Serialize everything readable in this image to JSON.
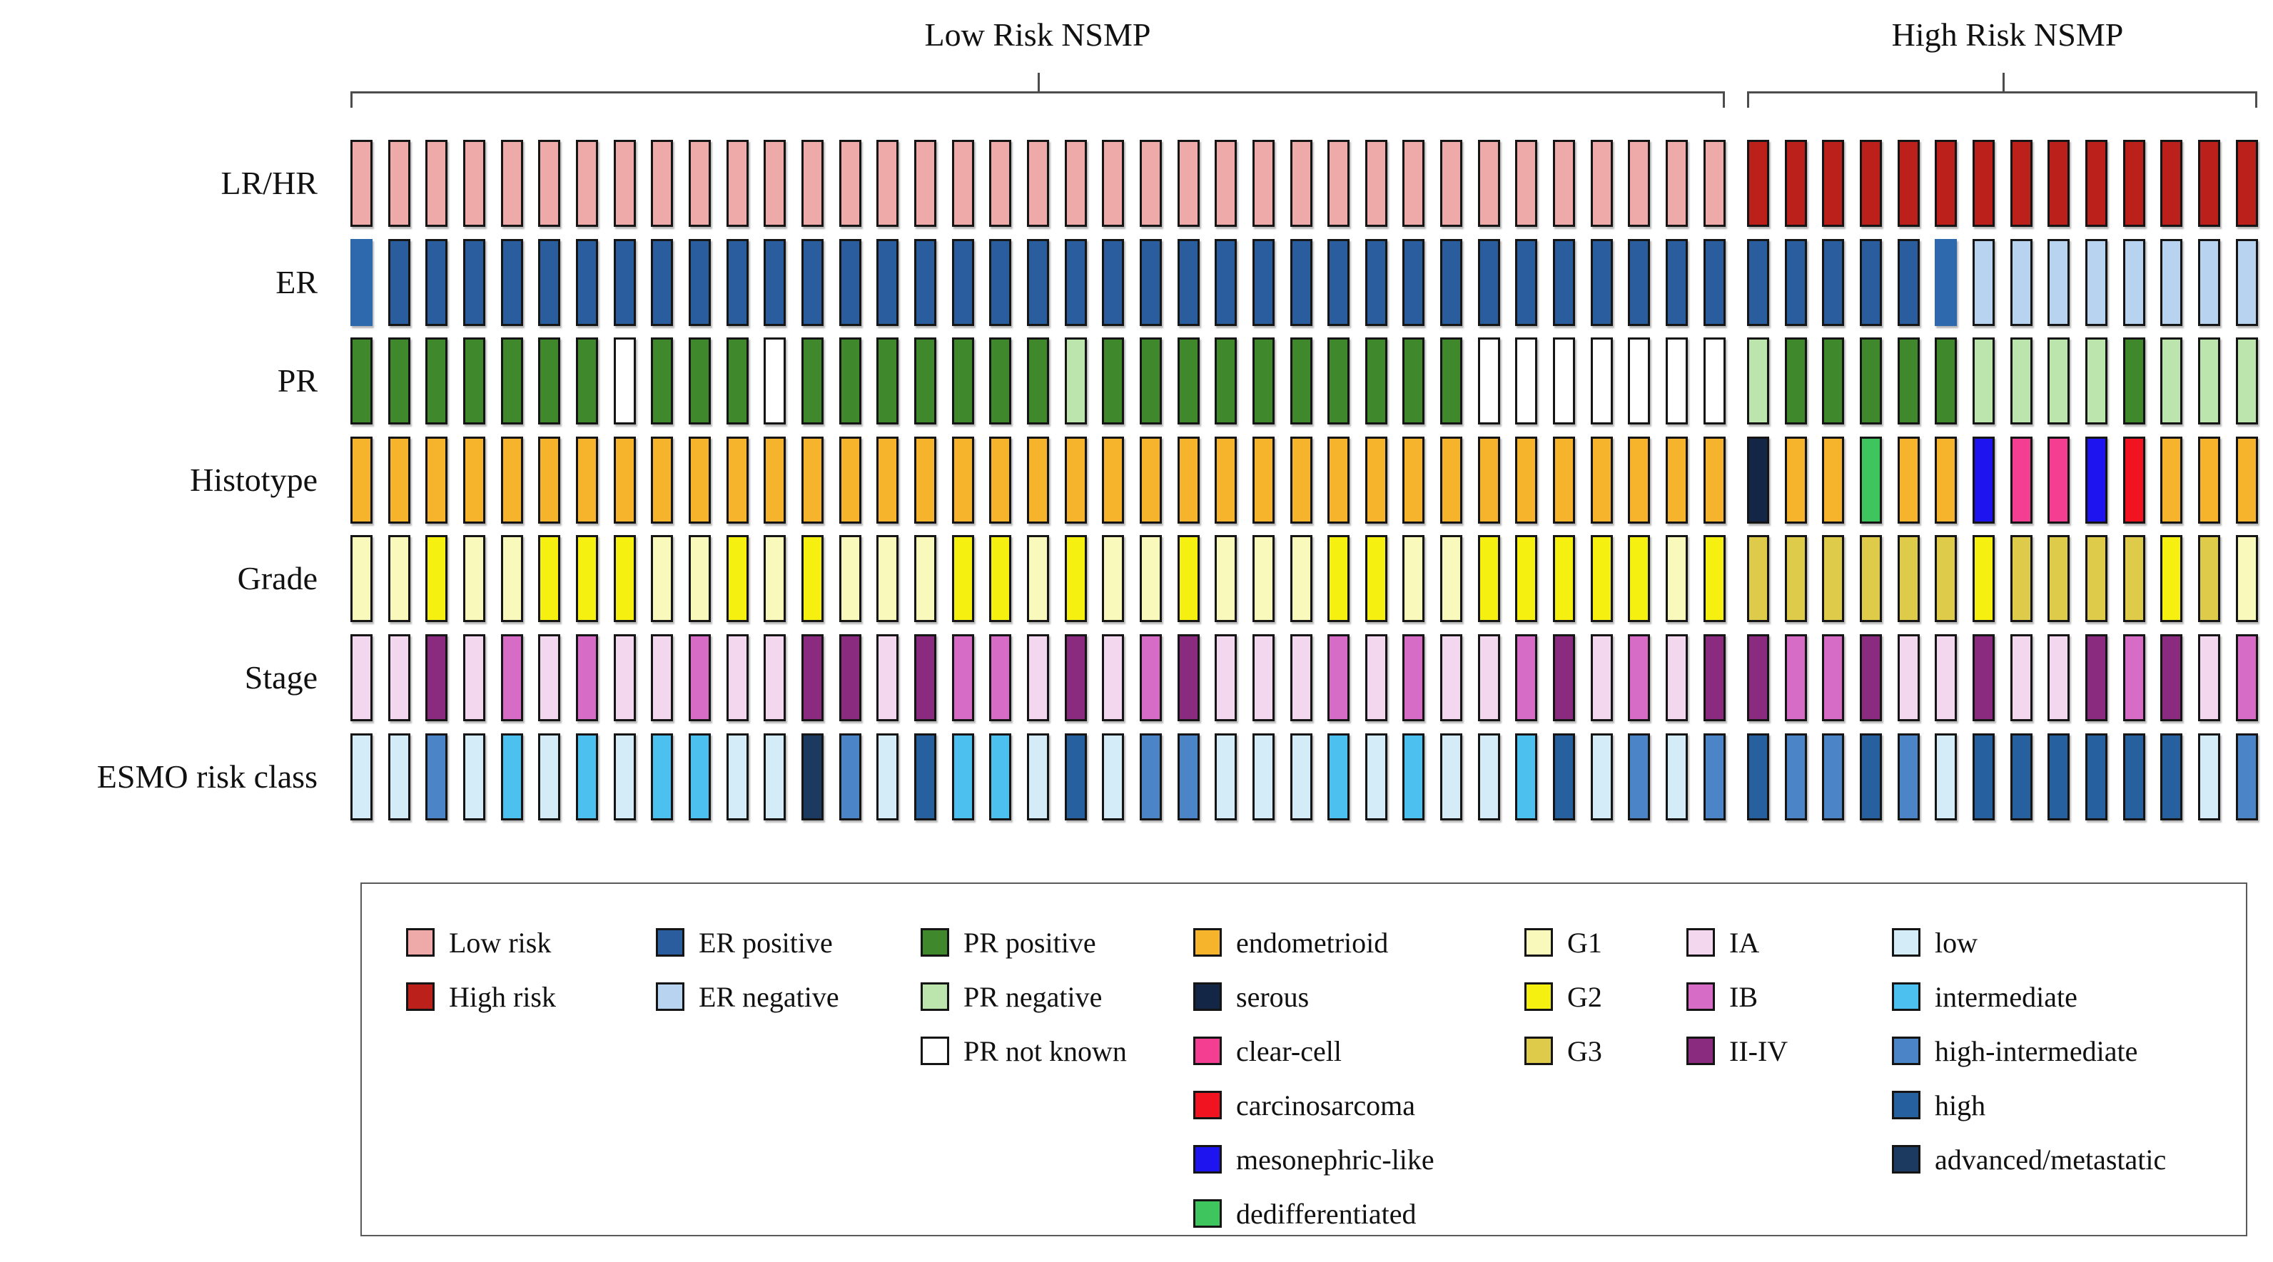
{
  "chart_data": {
    "type": "heatmap",
    "title": "",
    "groups": [
      {
        "name": "Low Risk NSMP",
        "n_patients": 37
      },
      {
        "name": "High Risk NSMP",
        "n_patients": 14
      }
    ],
    "palette": {
      "LR": {
        "label": "Low risk",
        "color": "#eeaaa8"
      },
      "HR": {
        "label": "High risk",
        "color": "#bc201a"
      },
      "ERpos": {
        "label": "ER positive",
        "color": "#2a5d9d"
      },
      "ERpos_nb": {
        "label": "ER positive",
        "color": "#2e68ad",
        "border": "none"
      },
      "ERneg": {
        "label": "ER negative",
        "color": "#b7d3f0"
      },
      "PRpos": {
        "label": "PR positive",
        "color": "#40882c"
      },
      "PRneg": {
        "label": "PR negative",
        "color": "#bce5ae"
      },
      "PRnk": {
        "label": "PR not known",
        "color": "#ffffff"
      },
      "endo": {
        "label": "endometrioid",
        "color": "#f6b42c"
      },
      "serous": {
        "label": "serous",
        "color": "#132646"
      },
      "clear": {
        "label": "clear-cell",
        "color": "#f33e91"
      },
      "carcino": {
        "label": "carcinosarcoma",
        "color": "#f1131f"
      },
      "meso": {
        "label": "mesonephric-like",
        "color": "#1d14f0"
      },
      "dediff": {
        "label": "dedifferentiated",
        "color": "#3fc55e"
      },
      "G1": {
        "label": "G1",
        "color": "#f9f9bb"
      },
      "G2": {
        "label": "G2",
        "color": "#f6f011"
      },
      "G3": {
        "label": "G3",
        "color": "#decb49"
      },
      "IA": {
        "label": "IA",
        "color": "#f2d7ee"
      },
      "IB": {
        "label": "IB",
        "color": "#d66cc6"
      },
      "II": {
        "label": "II-IV",
        "color": "#8b2b80"
      },
      "low": {
        "label": "low",
        "color": "#d4ecf8"
      },
      "int": {
        "label": "intermediate",
        "color": "#4cc1f0"
      },
      "hiint": {
        "label": "high-intermediate",
        "color": "#4c84c8"
      },
      "high": {
        "label": "high",
        "color": "#27609f"
      },
      "adv": {
        "label": "advanced/metastatic",
        "color": "#1c3a5f"
      }
    },
    "rows": [
      {
        "label": "LR/HR",
        "values": [
          "LR",
          "LR",
          "LR",
          "LR",
          "LR",
          "LR",
          "LR",
          "LR",
          "LR",
          "LR",
          "LR",
          "LR",
          "LR",
          "LR",
          "LR",
          "LR",
          "LR",
          "LR",
          "LR",
          "LR",
          "LR",
          "LR",
          "LR",
          "LR",
          "LR",
          "LR",
          "LR",
          "LR",
          "LR",
          "LR",
          "LR",
          "LR",
          "LR",
          "LR",
          "LR",
          "LR",
          "LR",
          "HR",
          "HR",
          "HR",
          "HR",
          "HR",
          "HR",
          "HR",
          "HR",
          "HR",
          "HR",
          "HR",
          "HR",
          "HR",
          "HR"
        ]
      },
      {
        "label": "ER",
        "values": [
          "ERpos_nb",
          "ERpos",
          "ERpos",
          "ERpos",
          "ERpos",
          "ERpos",
          "ERpos",
          "ERpos",
          "ERpos",
          "ERpos",
          "ERpos",
          "ERpos",
          "ERpos",
          "ERpos",
          "ERpos",
          "ERpos",
          "ERpos",
          "ERpos",
          "ERpos",
          "ERpos",
          "ERpos",
          "ERpos",
          "ERpos",
          "ERpos",
          "ERpos",
          "ERpos",
          "ERpos",
          "ERpos",
          "ERpos",
          "ERpos",
          "ERpos",
          "ERpos",
          "ERpos",
          "ERpos",
          "ERpos",
          "ERpos",
          "ERpos",
          "ERpos",
          "ERpos",
          "ERpos",
          "ERpos",
          "ERpos",
          "ERpos_nb",
          "ERneg",
          "ERneg",
          "ERneg",
          "ERneg",
          "ERneg",
          "ERneg",
          "ERneg",
          "ERneg"
        ]
      },
      {
        "label": "PR",
        "values": [
          "PRpos",
          "PRpos",
          "PRpos",
          "PRpos",
          "PRpos",
          "PRpos",
          "PRpos",
          "PRnk",
          "PRpos",
          "PRpos",
          "PRpos",
          "PRnk",
          "PRpos",
          "PRpos",
          "PRpos",
          "PRpos",
          "PRpos",
          "PRpos",
          "PRpos",
          "PRneg",
          "PRpos",
          "PRpos",
          "PRpos",
          "PRpos",
          "PRpos",
          "PRpos",
          "PRpos",
          "PRpos",
          "PRpos",
          "PRpos",
          "PRnk",
          "PRnk",
          "PRnk",
          "PRnk",
          "PRnk",
          "PRnk",
          "PRnk",
          "PRneg",
          "PRpos",
          "PRpos",
          "PRpos",
          "PRpos",
          "PRpos",
          "PRneg",
          "PRneg",
          "PRneg",
          "PRneg",
          "PRpos",
          "PRneg",
          "PRneg",
          "PRneg"
        ]
      },
      {
        "label": "Histotype",
        "values": [
          "endo",
          "endo",
          "endo",
          "endo",
          "endo",
          "endo",
          "endo",
          "endo",
          "endo",
          "endo",
          "endo",
          "endo",
          "endo",
          "endo",
          "endo",
          "endo",
          "endo",
          "endo",
          "endo",
          "endo",
          "endo",
          "endo",
          "endo",
          "endo",
          "endo",
          "endo",
          "endo",
          "endo",
          "endo",
          "endo",
          "endo",
          "endo",
          "endo",
          "endo",
          "endo",
          "endo",
          "endo",
          "serous",
          "endo",
          "endo",
          "dediff",
          "endo",
          "endo",
          "meso",
          "clear",
          "clear",
          "meso",
          "carcino",
          "endo",
          "endo",
          "endo"
        ]
      },
      {
        "label": "Grade",
        "values": [
          "G1",
          "G1",
          "G2",
          "G1",
          "G1",
          "G2",
          "G2",
          "G2",
          "G1",
          "G1",
          "G2",
          "G1",
          "G2",
          "G1",
          "G1",
          "G1",
          "G2",
          "G2",
          "G1",
          "G2",
          "G1",
          "G1",
          "G2",
          "G1",
          "G1",
          "G1",
          "G2",
          "G2",
          "G1",
          "G1",
          "G2",
          "G2",
          "G2",
          "G2",
          "G2",
          "G1",
          "G2",
          "G3",
          "G3",
          "G3",
          "G3",
          "G3",
          "G3",
          "G2",
          "G3",
          "G3",
          "G3",
          "G3",
          "G2",
          "G3",
          "G1"
        ]
      },
      {
        "label": "Stage",
        "values": [
          "IA",
          "IA",
          "II",
          "IA",
          "IB",
          "IA",
          "IB",
          "IA",
          "IA",
          "IB",
          "IA",
          "IA",
          "II",
          "II",
          "IA",
          "II",
          "IB",
          "IB",
          "IA",
          "II",
          "IA",
          "IB",
          "II",
          "IA",
          "IA",
          "IA",
          "IB",
          "IA",
          "IB",
          "IA",
          "IA",
          "IB",
          "II",
          "IA",
          "IB",
          "IA",
          "II",
          "II",
          "IB",
          "IB",
          "II",
          "IA",
          "IA",
          "II",
          "IA",
          "IA",
          "II",
          "IB",
          "II",
          "IA",
          "IB"
        ]
      },
      {
        "label": "ESMO risk class",
        "values": [
          "low",
          "low",
          "hiint",
          "low",
          "int",
          "low",
          "int",
          "low",
          "int",
          "int",
          "low",
          "low",
          "adv",
          "hiint",
          "low",
          "high",
          "int",
          "int",
          "low",
          "high",
          "low",
          "hiint",
          "hiint",
          "low",
          "low",
          "low",
          "int",
          "low",
          "int",
          "low",
          "low",
          "int",
          "high",
          "low",
          "hiint",
          "low",
          "hiint",
          "high",
          "hiint",
          "hiint",
          "high",
          "hiint",
          "low",
          "high",
          "high",
          "high",
          "high",
          "high",
          "high",
          "low",
          "hiint"
        ]
      }
    ],
    "legend_columns": [
      [
        "LR",
        "HR"
      ],
      [
        "ERpos",
        "ERneg"
      ],
      [
        "PRpos",
        "PRneg",
        "PRnk"
      ],
      [
        "endo",
        "serous",
        "clear",
        "carcino",
        "meso",
        "dediff"
      ],
      [
        "G1",
        "G2",
        "G3"
      ],
      [
        "IA",
        "IB",
        "II"
      ],
      [
        "low",
        "int",
        "hiint",
        "high",
        "adv"
      ]
    ]
  }
}
